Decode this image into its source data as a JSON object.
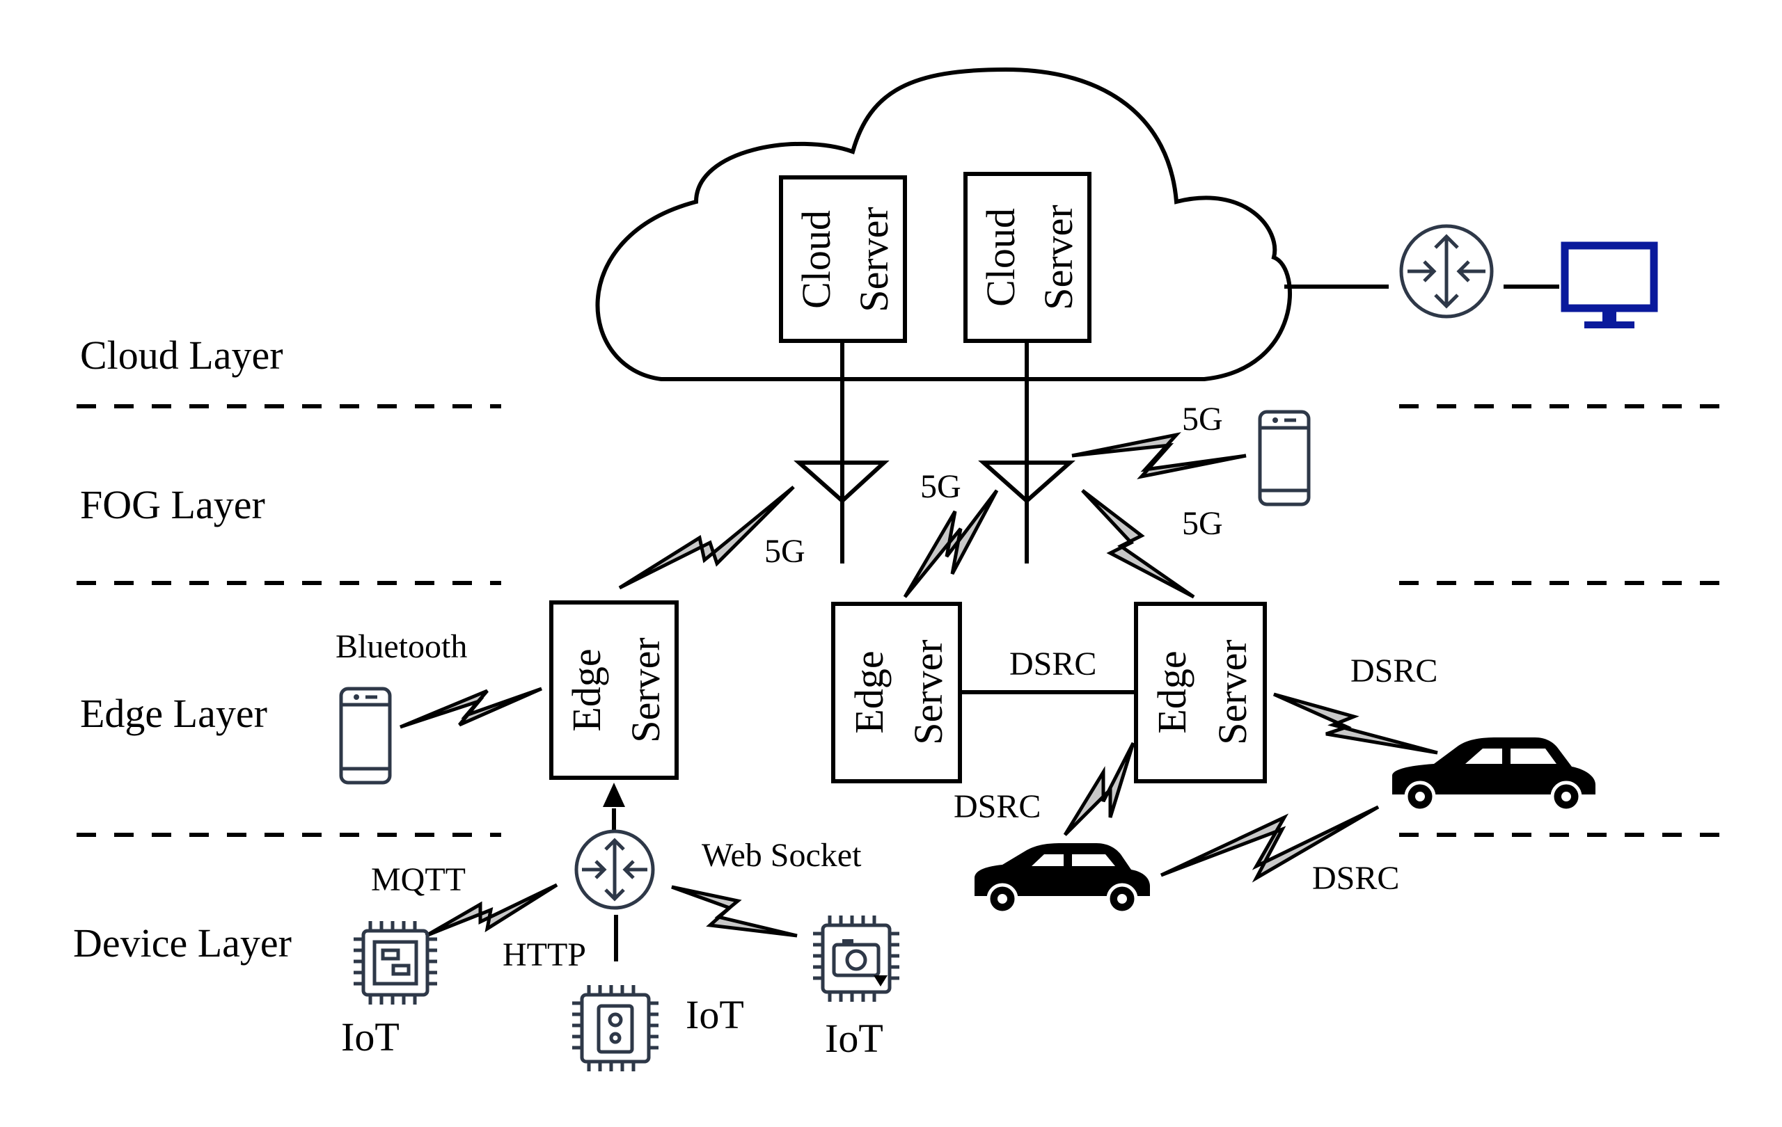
{
  "layers": {
    "cloud": "Cloud Layer",
    "fog": "FOG Layer",
    "edge": "Edge Layer",
    "device": "Device Layer"
  },
  "servers": {
    "cloud_label": [
      "Cloud",
      "Server"
    ],
    "edge_label": [
      "Edge",
      "Server"
    ]
  },
  "links": {
    "fiveg": "5G",
    "bluetooth": "Bluetooth",
    "dsrc": "DSRC",
    "mqtt": "MQTT",
    "http": "HTTP",
    "websocket": "Web Socket"
  },
  "devices": {
    "iot": "IoT"
  },
  "colors": {
    "line": "#000000",
    "bolt_fill": "#c8c8c8",
    "icon_stroke": "#2e3848",
    "monitor": "#0a1a9c"
  },
  "icons": [
    "cloud-icon",
    "router-icon",
    "monitor-icon",
    "antenna-icon",
    "smartphone-icon",
    "car-icon",
    "chip-icon"
  ]
}
